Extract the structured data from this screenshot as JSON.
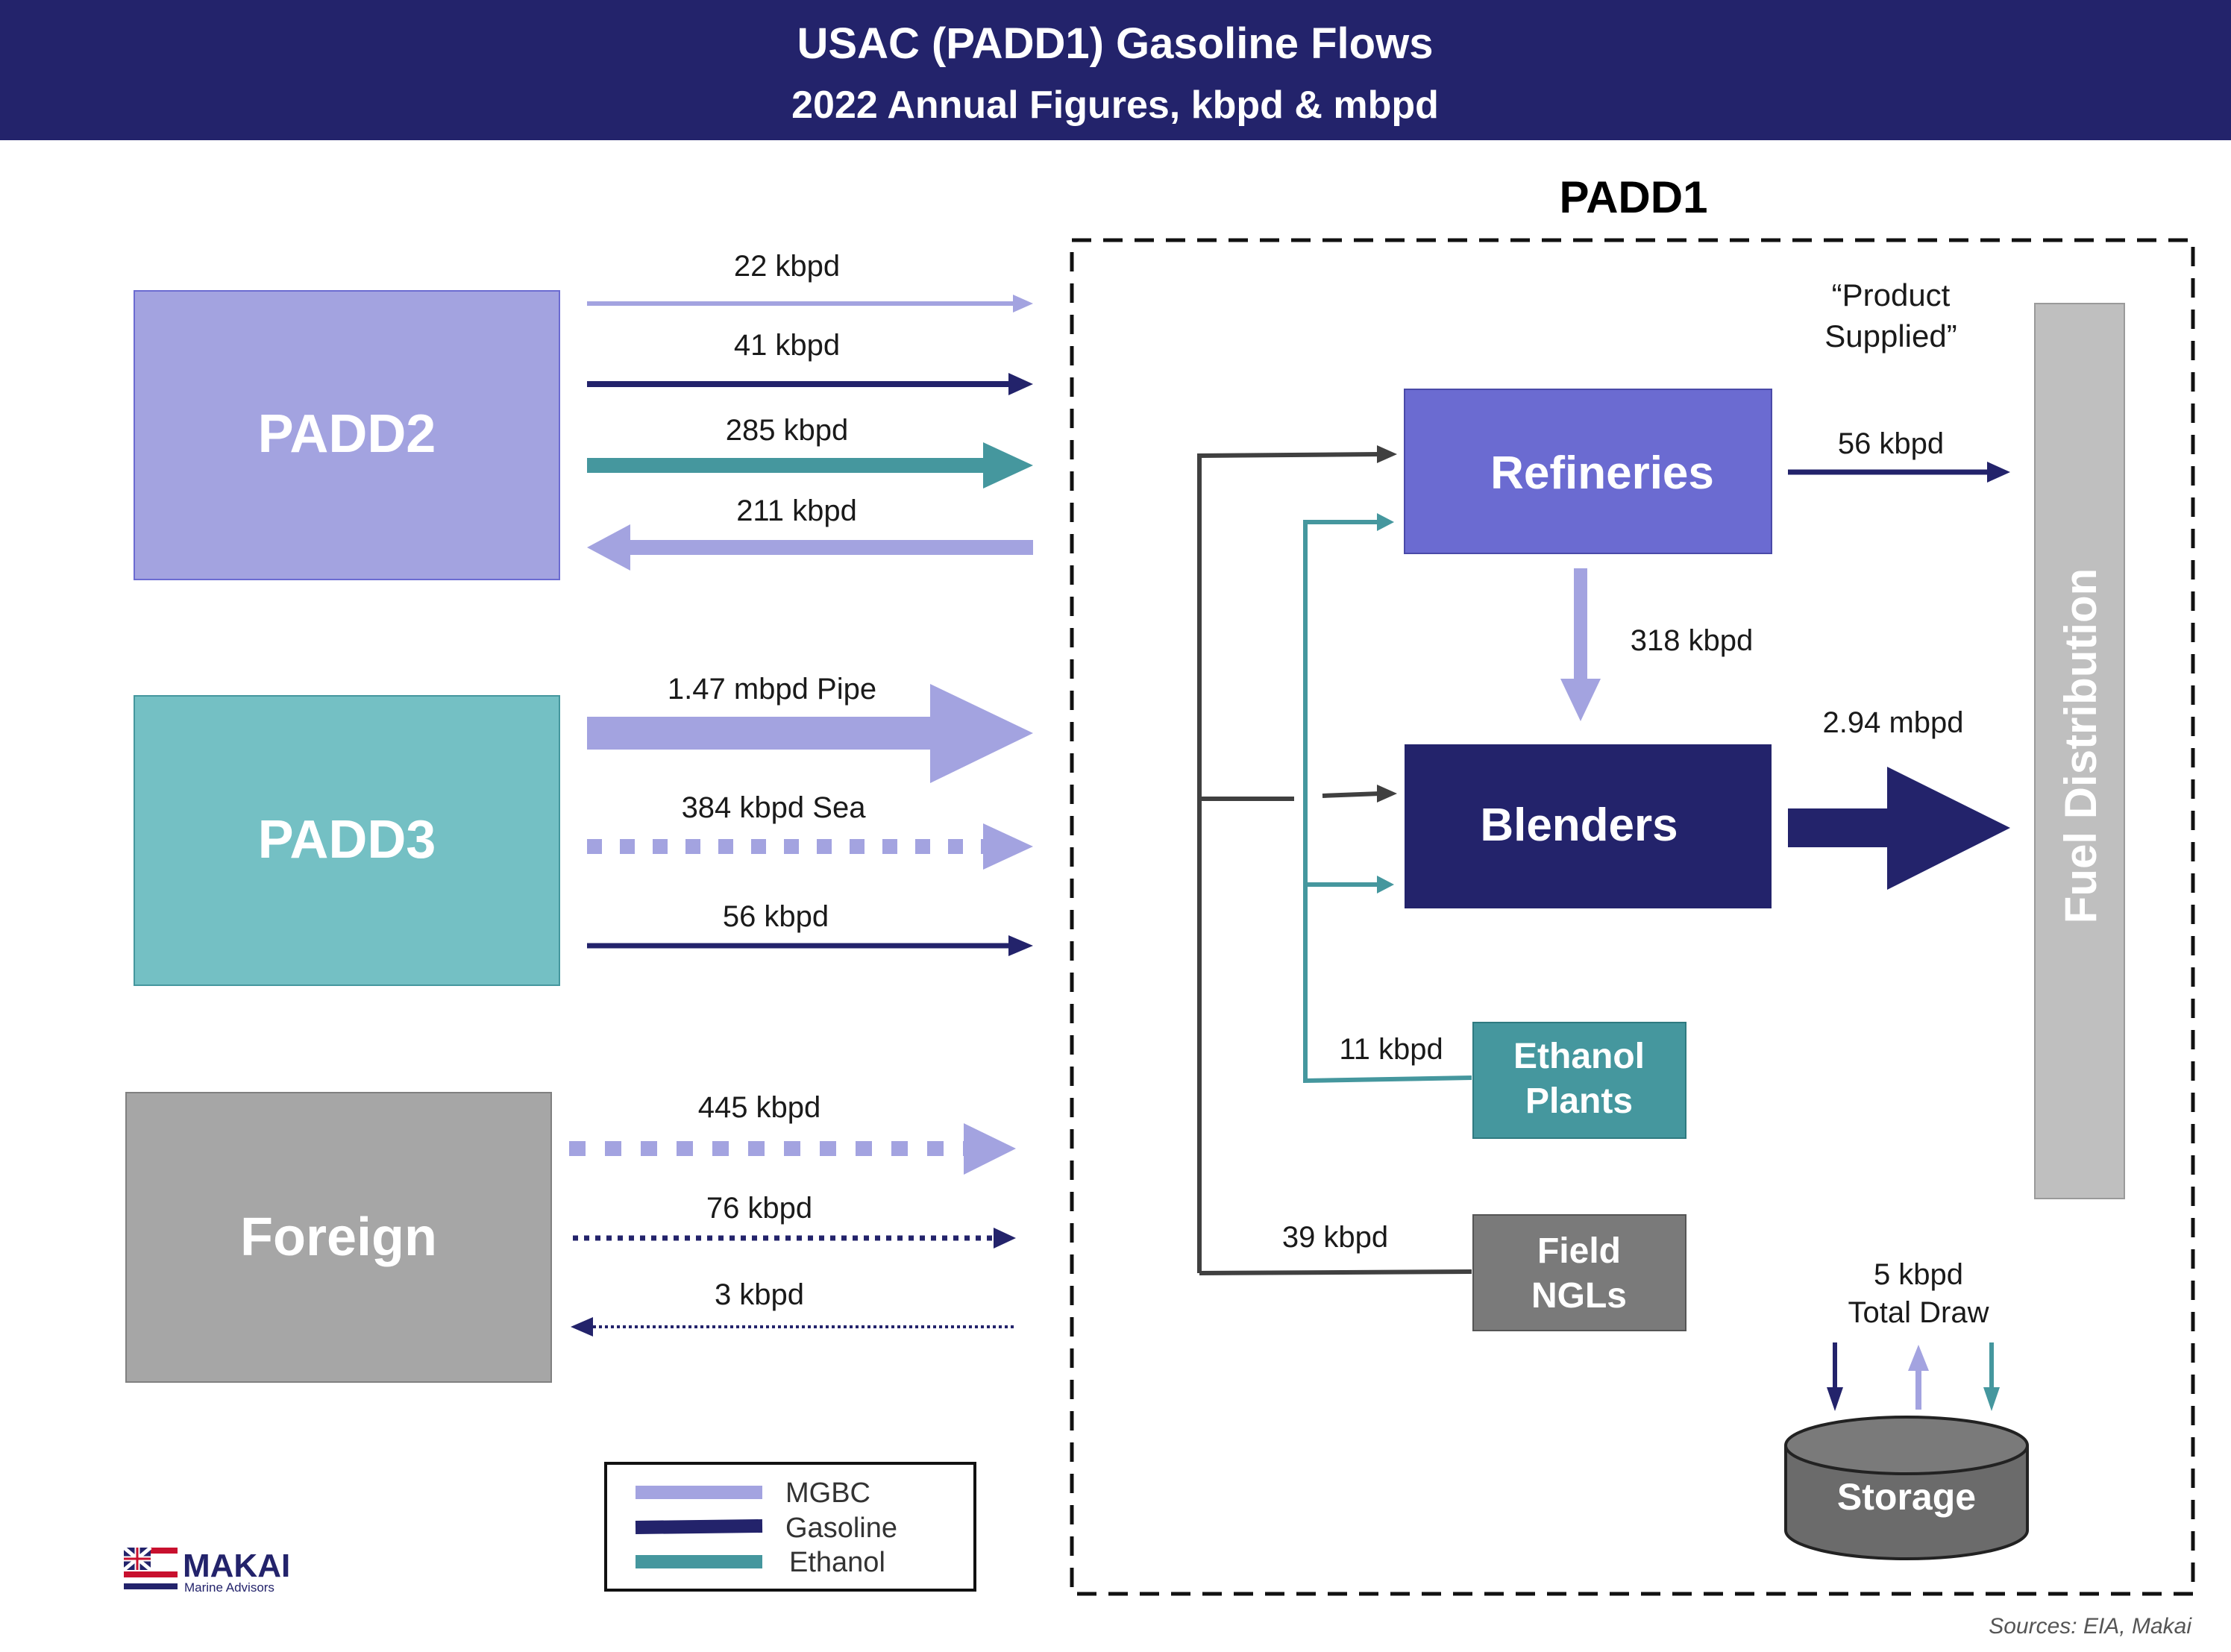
{
  "header": {
    "title": "USAC (PADD1) Gasoline Flows",
    "subtitle": "2022 Annual Figures, kbpd & mbpd"
  },
  "padd1": {
    "label": "PADD1"
  },
  "sources": {
    "padd2": "PADD2",
    "padd3": "PADD3",
    "foreign": "Foreign"
  },
  "flows": {
    "padd2": [
      "22 kbpd",
      "41 kbpd",
      "285 kbpd",
      "211 kbpd"
    ],
    "padd3": [
      "1.47 mbpd Pipe",
      "384 kbpd Sea",
      "56 kbpd"
    ],
    "foreign": [
      "445 kbpd",
      "76 kbpd",
      "3 kbpd"
    ]
  },
  "nodes": {
    "refineries": "Refineries",
    "blenders": "Blenders",
    "ethanol_line1": "Ethanol",
    "ethanol_line2": "Plants",
    "ngl_line1": "Field",
    "ngl_line2": "NGLs",
    "storage": "Storage",
    "fuel_distribution": "Fuel Distribution"
  },
  "internal_flows": {
    "refinery_to_blenders": "318 kbpd",
    "refinery_to_distribution": "56 kbpd",
    "blenders_to_distribution": "2.94 mbpd",
    "ethanol": "11 kbpd",
    "ngl": "39 kbpd",
    "storage_line1": "5 kbpd",
    "storage_line2": "Total Draw",
    "product_supplied_line1": "“Product",
    "product_supplied_line2": "Supplied”"
  },
  "legend": [
    {
      "label": "MGBC",
      "color": "#a3a3e0"
    },
    {
      "label": "Gasoline",
      "color": "#23236b"
    },
    {
      "label": "Ethanol",
      "color": "#45979e"
    }
  ],
  "logo": {
    "name": "MAKAI",
    "tagline": "Marine Advisors"
  },
  "footer": {
    "sources": "Sources: EIA, Makai"
  },
  "colors": {
    "navy": "#23236b",
    "mgbc": "#a3a3e0",
    "ethanol": "#45979e",
    "padd3_fill": "#74c0c4",
    "foreign_fill": "#a6a6a6",
    "refinery_fill": "#6b6bd1",
    "ngl_fill": "#7a7a7a",
    "dist_fill": "#bfbfbf",
    "storage_fill": "#6b6b6b"
  }
}
